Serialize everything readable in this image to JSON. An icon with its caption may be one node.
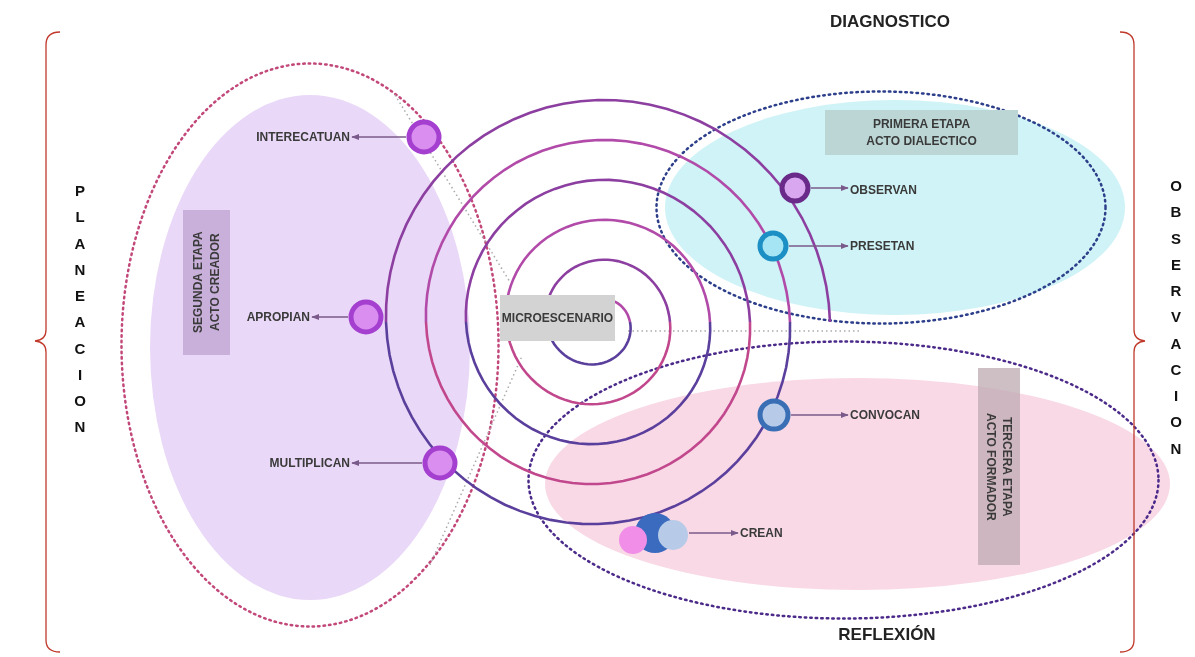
{
  "diagram": {
    "nodes": [
      {
        "text": [
          "DIAGNOSTICO"
        ]
      },
      {
        "text": [
          "PRIMERA ETAPA ACTO DIALECTICO"
        ],
        "in": 0
      },
      {
        "text": [],
        "shape": "circle",
        "in": 0
      },
      {
        "text": [
          "OBSERVAN"
        ],
        "in": 0
      },
      {
        "text": [],
        "shape": "circle",
        "in": 0
      },
      {
        "text": [
          "PRESETAN"
        ],
        "in": 0
      },
      {
        "text": [
          "REFLEXIÓN"
        ]
      },
      {
        "text": [
          "TERCERA ETAPA ACTO FORMADOR"
        ],
        "in": 6
      },
      {
        "text": [],
        "shape": "circle",
        "in": 6
      },
      {
        "text": [
          "CONVOCAN"
        ],
        "in": 6
      },
      {
        "text": [],
        "shape": "circle",
        "in": 6
      },
      {
        "text": [
          "CREAN"
        ],
        "in": 6
      },
      {
        "text": [],
        "shape": "ellipse"
      },
      {
        "text": [
          "SEGUNDA ETAPA ACTO CREADOR"
        ],
        "in": 12
      },
      {
        "text": [],
        "shape": "circle",
        "in": 12
      },
      {
        "text": [
          "INTERECATUAN"
        ],
        "in": 12
      },
      {
        "text": [],
        "shape": "circle",
        "in": 12
      },
      {
        "text": [
          "APROPIAN"
        ],
        "in": 12
      },
      {
        "text": [],
        "shape": "circle",
        "in": 12
      },
      {
        "text": [
          "MULTIPLICAN"
        ],
        "in": 12
      },
      {
        "text": [
          "MICROESCENARIO"
        ]
      }
    ],
    "edges": [
      {
        "from": 2,
        "to": 3,
        "arrow": "to"
      },
      {
        "from": 4,
        "to": 5,
        "arrow": "to"
      },
      {
        "from": 8,
        "to": 9,
        "arrow": "to"
      },
      {
        "from": 10,
        "to": 11,
        "arrow": "to"
      },
      {
        "from": 14,
        "to": 15,
        "arrow": "to"
      },
      {
        "from": 16,
        "to": 17,
        "arrow": "to"
      },
      {
        "from": 18,
        "to": 19,
        "arrow": "to"
      }
    ],
    "labels": [
      "PLANEACION",
      "OBSERVACION"
    ]
  }
}
